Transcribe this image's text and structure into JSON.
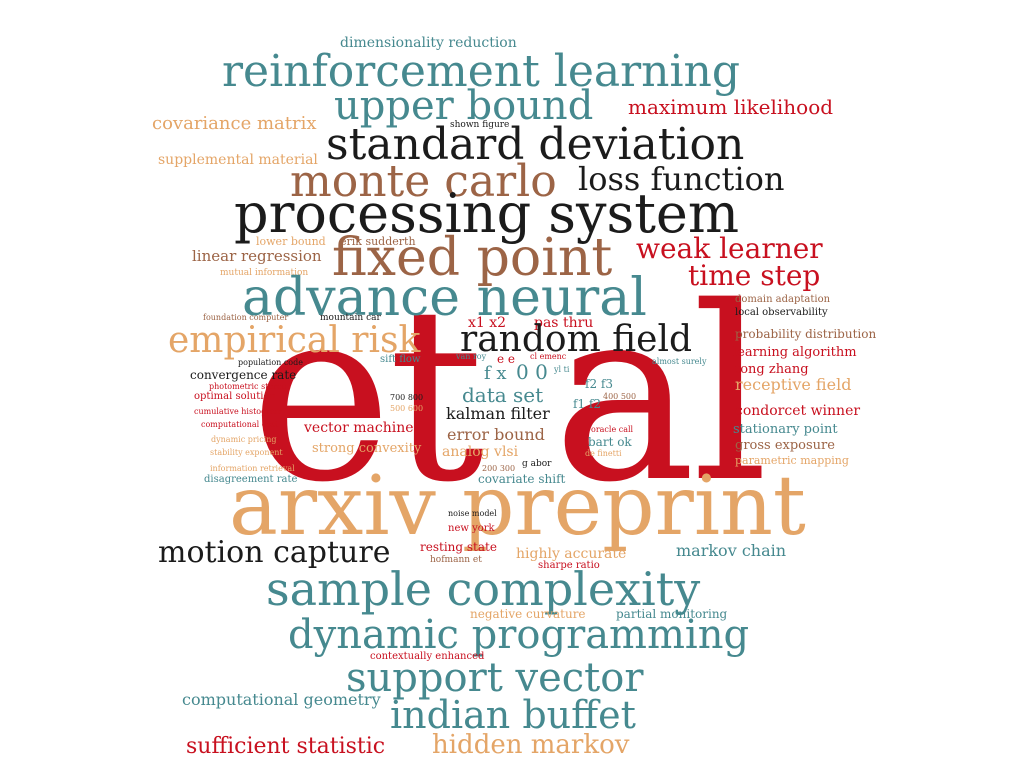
{
  "palette": {
    "teal": "#46898f",
    "red": "#c8101f",
    "black": "#1b1b1b",
    "brown": "#9c6446",
    "tan": "#e4a567",
    "background": "#ffffff"
  },
  "words": {
    "et_al": "et al",
    "arxiv_preprint": "arxiv preprint",
    "processing_system": "processing system",
    "fixed_point": "fixed point",
    "advance_neural": "advance neural",
    "sample_complexity": "sample complexity",
    "dynamic_programming": "dynamic programming",
    "reinforcement_learning": "reinforcement learning",
    "upper_bound": "upper bound",
    "standard_deviation": "standard deviation",
    "monte_carlo": "monte carlo",
    "support_vector": "support vector",
    "indian_buffet": "indian buffet",
    "empirical_risk": "empirical risk",
    "random_field": "random field",
    "loss_function": "loss function",
    "weak_learner": "weak learner",
    "time_step": "time step",
    "motion_capture": "motion capture",
    "hidden_markov": "hidden markov",
    "sufficient_statistic": "sufficient statistic",
    "maximum_likelihood": "maximum likelihood",
    "covariance_matrix": "covariance matrix",
    "dimensionality_reduction": "dimensionality reduction",
    "supplemental_material": "supplemental material",
    "shown_figure": "shown figure",
    "lower_bound": "lower bound",
    "erik_sudderth": "erik sudderth",
    "linear_regression": "linear regression",
    "mutual_information": "mutual information",
    "foundation_computer": "foundation computer",
    "mountain_car": "mountain car",
    "population_code": "population code",
    "convergence_rate": "convergence rate",
    "photometric_stereo": "photometric stereo",
    "optimal_solution": "optimal solution",
    "cumulative_histogram": "cumulative histogram",
    "computational_cost": "computational cost",
    "dynamic_pricing": "dynamic pricing",
    "stability_exponent": "stability exponent",
    "information_retrieval": "information retrieval",
    "disagreement_rate": "disagreement rate",
    "vector_machine": "vector machine",
    "strong_convexity": "strong convexity",
    "sift_flow": "sift flow",
    "x1_x2": "x1 x2",
    "pas_thru": "pas thru",
    "van_roy": "van roy",
    "e_e": "e e",
    "cl_emenc": "cl emenc",
    "f_x": "f x",
    "zero_zero": "0 0",
    "yl_ti": "yl ti",
    "data_set": "data set",
    "almost_surely": "almost surely",
    "n700_800": "700 800",
    "n500_600": "500 600",
    "f2_f3": "f2 f3",
    "f1_f2": "f1 f2",
    "n400_500": "400 500",
    "kalman_filter": "kalman filter",
    "error_bound": "error bound",
    "analog_vlsi": "analog vlsi",
    "oracle_call": "oracle call",
    "bart_ok": "bart ok",
    "de_finetti": "de finetti",
    "g_abor": "g abor",
    "n200_300": "200 300",
    "covariate_shift": "covariate shift",
    "noise_model": "noise model",
    "new_york": "new york",
    "resting_state": "resting state",
    "hofmann_et": "hofmann et",
    "highly_accurate": "highly accurate",
    "sharpe_ratio": "sharpe ratio",
    "markov_chain": "markov chain",
    "negative_curvature": "negative curvature",
    "partial_monitoring": "partial monitoring",
    "contextually_enhanced": "contextually enhanced",
    "computational_geometry": "computational geometry",
    "domain_adaptation": "domain adaptation",
    "local_observability": "local observability",
    "probability_distribution": "probability distribution",
    "learning_algorithm": "learning algorithm",
    "tong_zhang": "tong zhang",
    "receptive_field": "receptive field",
    "condorcet_winner": "condorcet winner",
    "stationary_point": "stationary point",
    "gross_exposure": "gross exposure",
    "parametric_mapping": "parametric mapping"
  }
}
